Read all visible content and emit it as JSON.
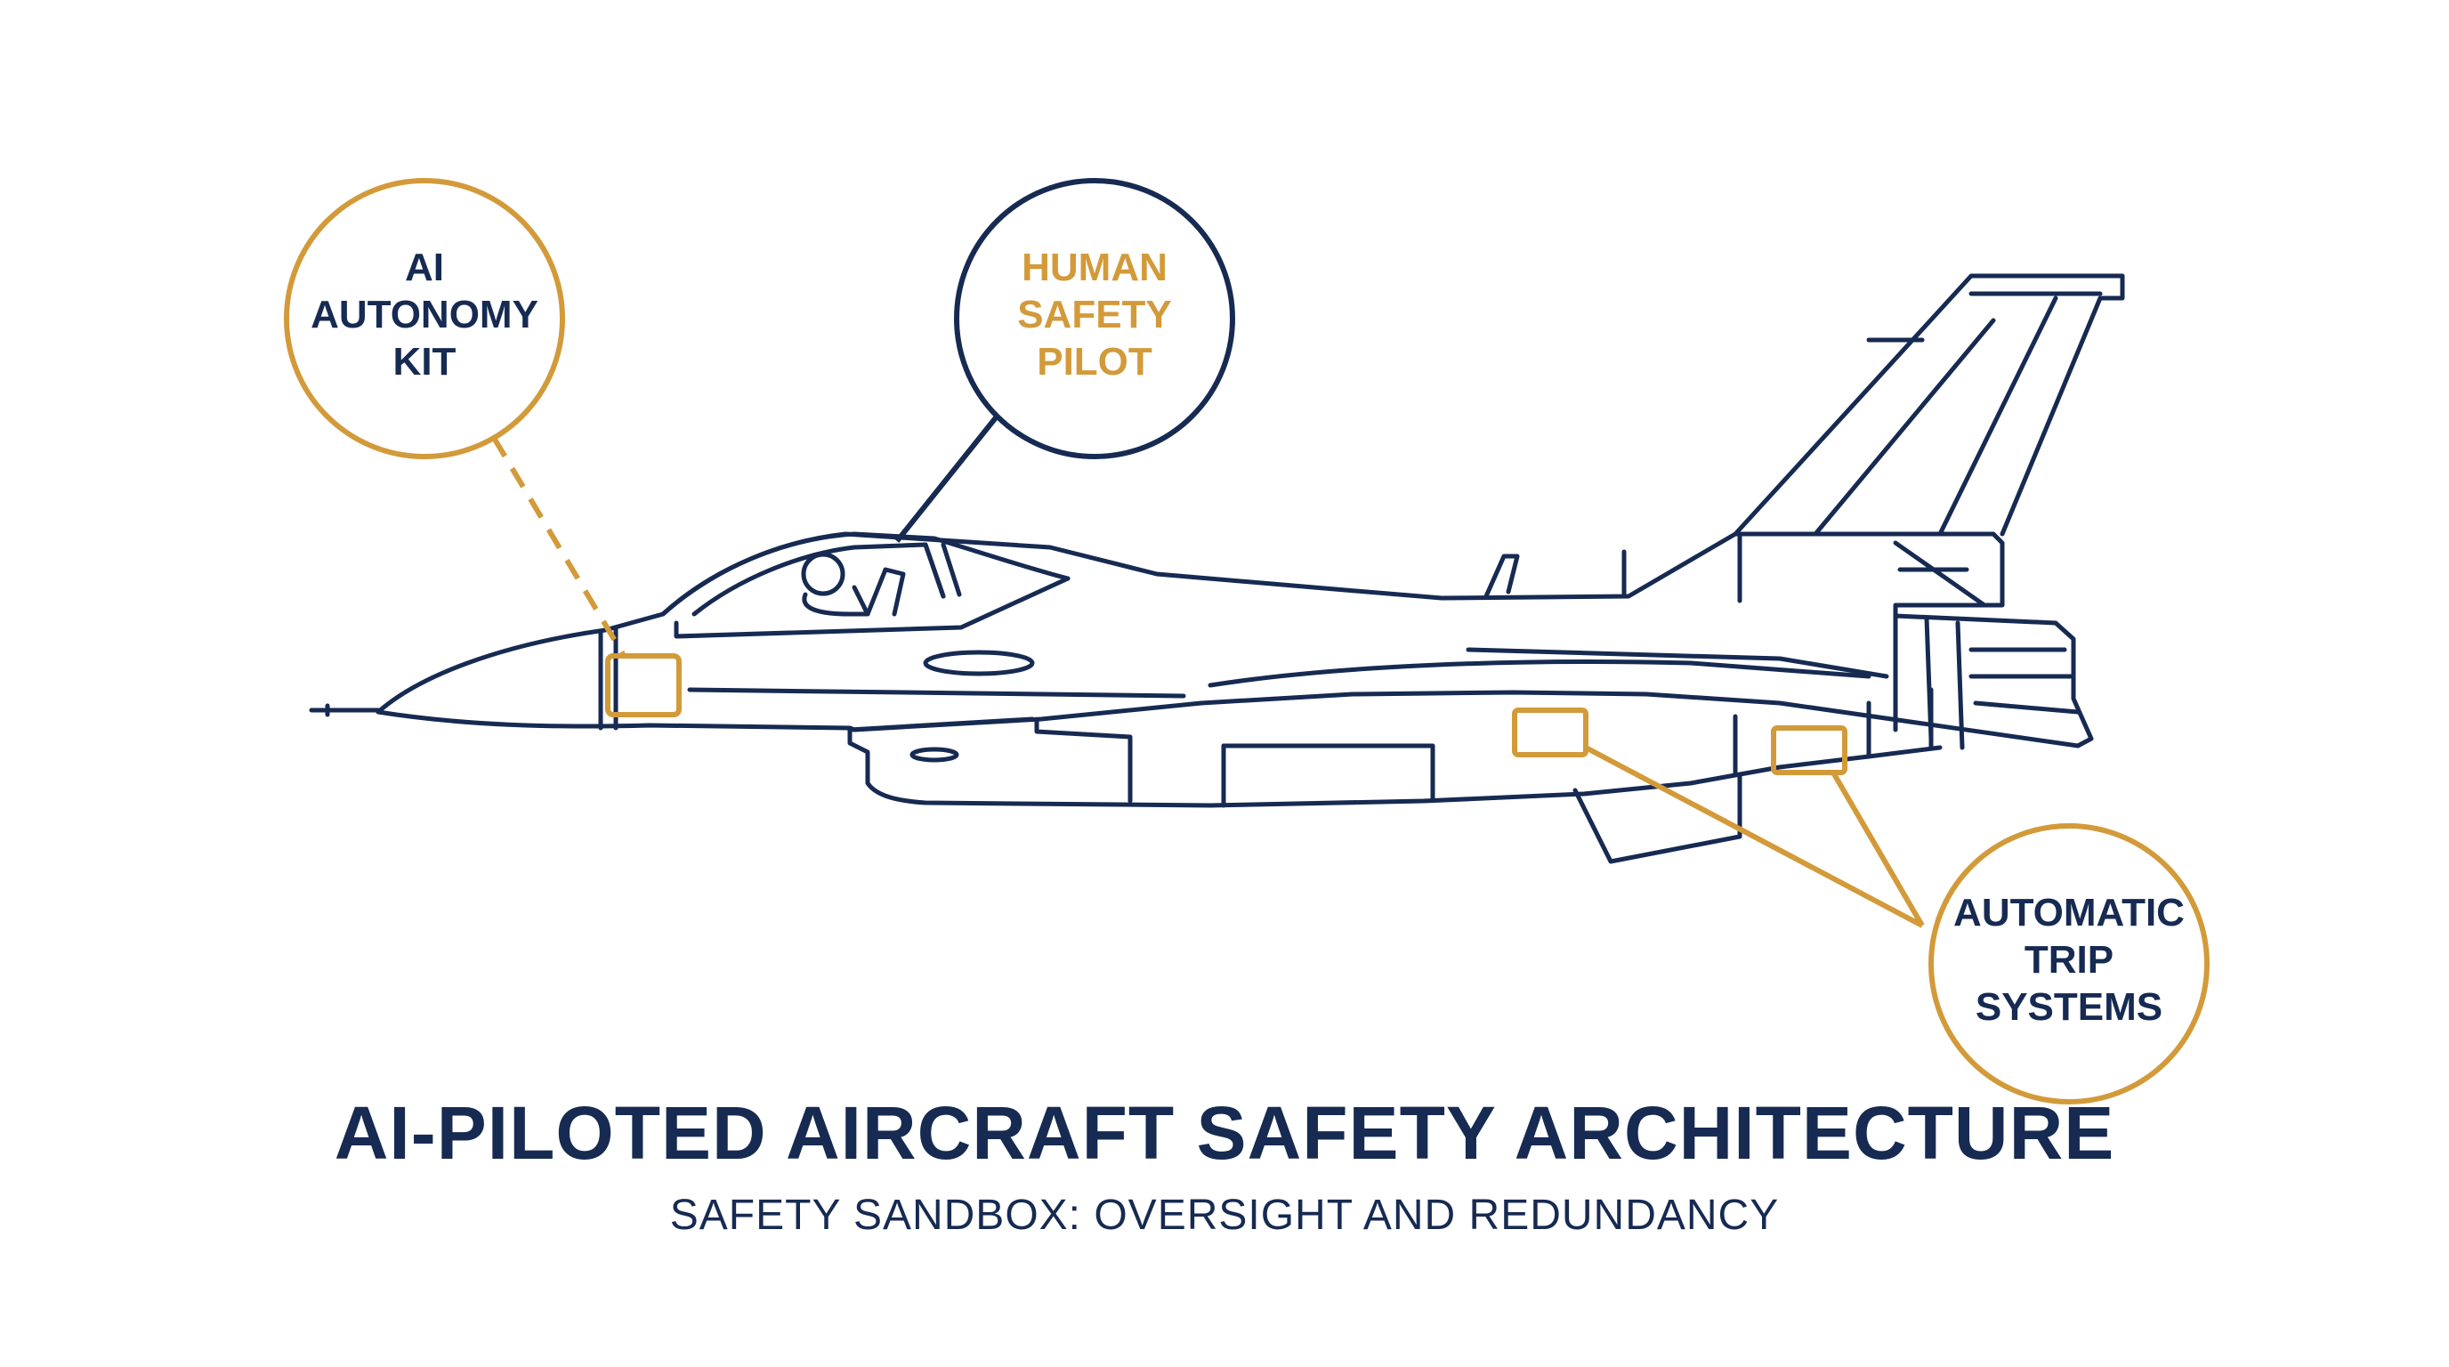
{
  "title": "AI-PILOTED AIRCRAFT SAFETY ARCHITECTURE",
  "subtitle": "SAFETY SANDBOX: OVERSIGHT AND REDUNDANCY",
  "colors": {
    "navy": "#162a52",
    "gold": "#d39a3a",
    "background": "#ffffff"
  },
  "callouts": {
    "ai_autonomy_kit": {
      "lines": [
        "AI",
        "AUTONOMY",
        "KIT"
      ],
      "ring_color": "gold",
      "text_color": "navy",
      "connector": "dashed"
    },
    "human_safety_pilot": {
      "lines": [
        "HUMAN",
        "SAFETY",
        "PILOT"
      ],
      "ring_color": "navy",
      "text_color": "gold",
      "connector": "solid"
    },
    "automatic_trip_systems": {
      "lines": [
        "AUTOMATIC",
        "TRIP",
        "SYSTEMS"
      ],
      "ring_color": "gold",
      "text_color": "navy",
      "connector": "solid"
    }
  }
}
